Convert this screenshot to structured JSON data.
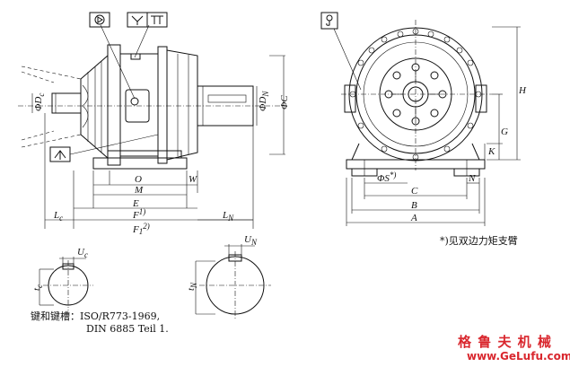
{
  "labels": {
    "D_c": "ΦD",
    "D_c_sub": "c",
    "D_N": "ΦD",
    "D_N_sub": "N",
    "C_dia": "ΦC",
    "O": "O",
    "M": "M",
    "E": "E",
    "W": "W",
    "F": "F",
    "F_sup": "1)",
    "F1": "F",
    "F1_sub": "1",
    "F1_sup": "2)",
    "L_c": "L",
    "L_c_sub": "c",
    "L_N": "L",
    "L_N_sub": "N",
    "H": "H",
    "G": "G",
    "K": "K",
    "S": "ΦS",
    "S_sup": "*)",
    "N": "N",
    "C": "C",
    "B": "B",
    "A": "A",
    "U_c": "U",
    "U_c_sub": "c",
    "U_N": "U",
    "U_N_sub": "N",
    "t_c": "t",
    "t_c_sub": "c",
    "t_N": "t",
    "t_N_sub": "N"
  },
  "notes": {
    "torque_arm": "*)见双边力矩支臂",
    "key_line1": "键和键槽：ISO/R773-1969,",
    "key_line2": "DIN 6885 Teil 1."
  },
  "watermark": {
    "cn": "格 鲁 夫 机 械",
    "url": "www.GeLufu.com"
  },
  "icons": [
    "oil-fill-icon",
    "vent-icon",
    "drain-icon",
    "lifting-eye-icon"
  ],
  "colors": {
    "watermark": "#d9272e",
    "line": "#111111"
  }
}
